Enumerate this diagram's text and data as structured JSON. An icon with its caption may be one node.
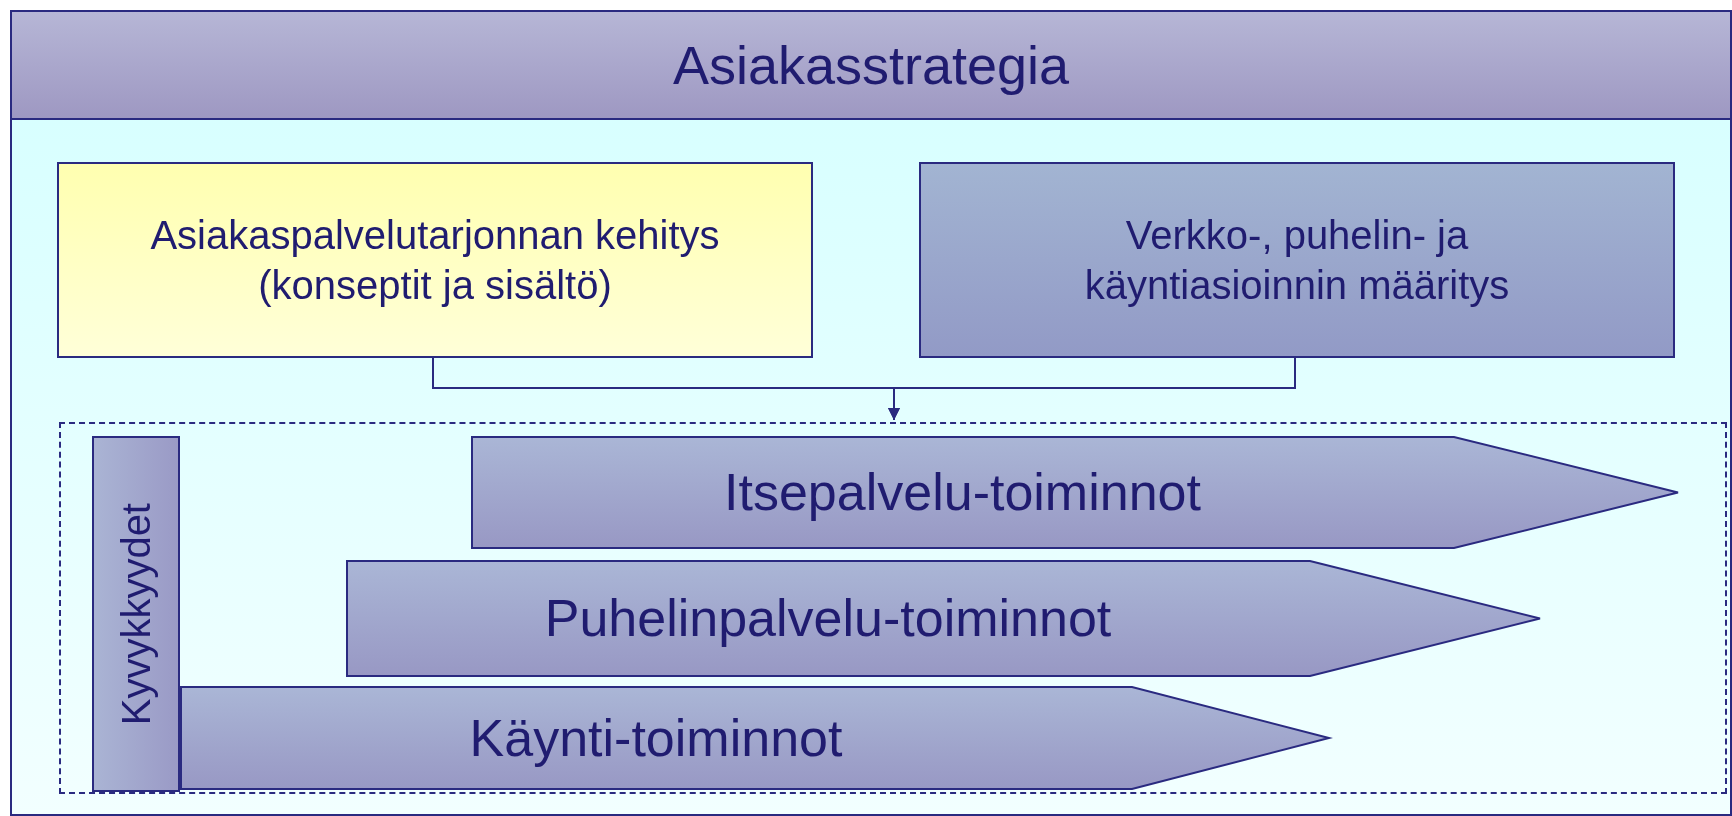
{
  "diagram": {
    "nodes": [
      {
        "text": [
          "Asiakasstrategia"
        ]
      },
      {
        "text": [
          "Asiakaspalvelutarjonnan kehitys (konseptit ja sisältö)"
        ],
        "in": 0
      },
      {
        "text": [
          "Verkko-, puhelin- ja käyntiasioinnin määritys"
        ],
        "in": 0
      },
      {
        "text": [],
        "shape": "box",
        "in": 0
      },
      {
        "text": [
          "Kyvykkyydet"
        ],
        "in": 3
      },
      {
        "text": [
          "Itsepalvelu-toiminnot"
        ],
        "in": 3
      },
      {
        "text": [
          "Puhelinpalvelu-toiminnot"
        ],
        "in": 3
      },
      {
        "text": [
          "Käynti-toiminnot"
        ],
        "in": 3
      }
    ],
    "edges": [
      {
        "from": 1,
        "to": 3,
        "arrow": "to"
      },
      {
        "from": 2,
        "to": 3,
        "arrow": "to"
      }
    ]
  }
}
